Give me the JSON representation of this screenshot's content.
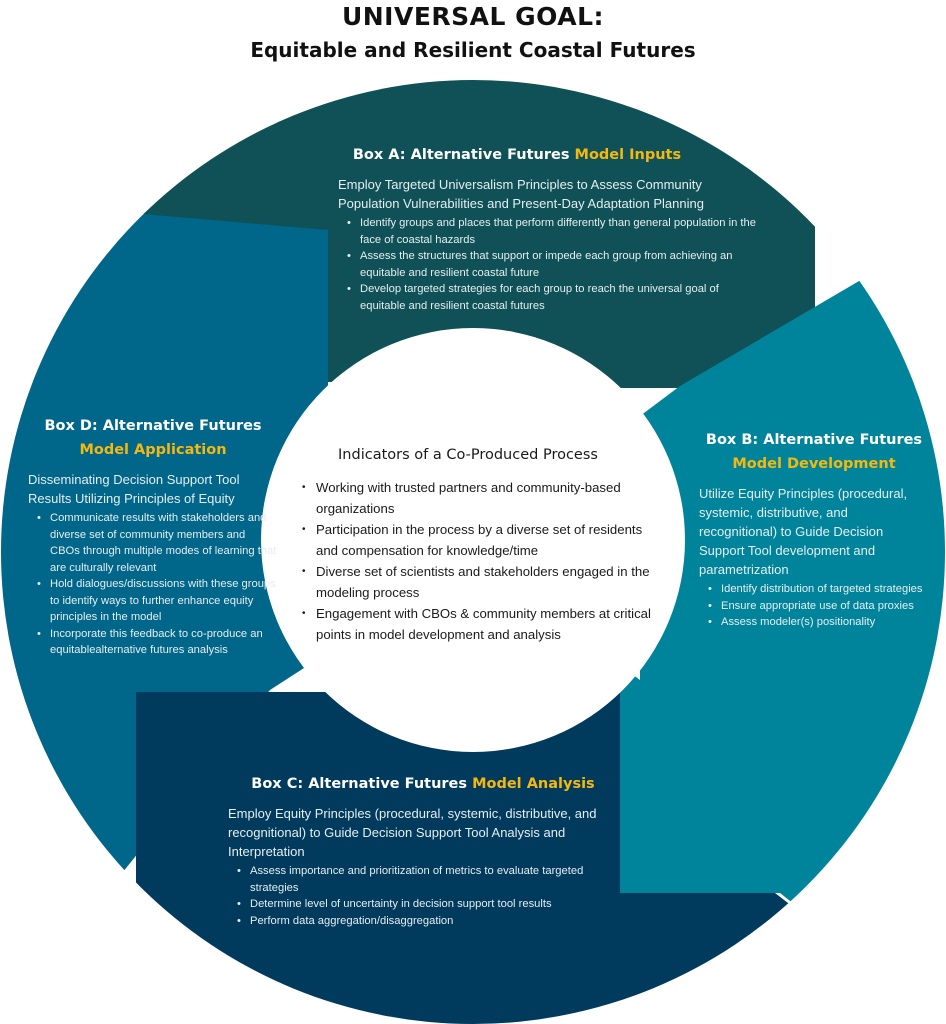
{
  "header": {
    "title": "UNIVERSAL GOAL:",
    "subtitle": "Equitable and Resilient Coastal Futures"
  },
  "colors": {
    "box_a": "#0f5156",
    "box_b": "#00849b",
    "box_c": "#003a5c",
    "box_d": "#00668a",
    "highlight": "#f5b80f"
  },
  "box_a": {
    "title_prefix": "Box A: Alternative Futures ",
    "title_highlight": "Model Inputs",
    "lead": "Employ Targeted Universalism Principles to Assess Community Population Vulnerabilities and Present-Day Adaptation Planning",
    "bullets": [
      "Identify groups and places that perform differently than general population in the face of coastal hazards",
      "Assess the structures that support or impede each group from achieving an equitable and resilient coastal future",
      "Develop targeted strategies for each group to reach the universal goal of equitable and resilient coastal futures"
    ]
  },
  "box_b": {
    "title_prefix": "Box B: Alternative Futures",
    "title_highlight": "Model Development",
    "lead": "Utilize Equity Principles (procedural, systemic, distributive, and recognitional) to Guide Decision Support Tool development and parametrization",
    "bullets": [
      "Identify distribution of targeted strategies",
      "Ensure appropriate use of data proxies",
      "Assess modeler(s) positionality"
    ]
  },
  "box_c": {
    "title_prefix": "Box C: Alternative Futures ",
    "title_highlight": "Model Analysis",
    "lead": "Employ Equity Principles (procedural, systemic, distributive, and recognitional) to Guide Decision Support Tool Analysis and Interpretation",
    "bullets": [
      "Assess importance and prioritization of metrics to evaluate targeted strategies",
      "Determine level of uncertainty in decision support tool results",
      "Perform data aggregation/disaggregation"
    ]
  },
  "box_d": {
    "title_prefix": "Box D: Alternative Futures",
    "title_highlight": "Model Application",
    "lead": "Disseminating Decision Support Tool Results Utilizing Principles of Equity",
    "bullets": [
      "Communicate results with stakeholders and diverse set of community members and CBOs through multiple modes of learning that are culturally relevant",
      "Hold dialogues/discussions with these groups to identify ways to further enhance equity principles in the model",
      "Incorporate this feedback to co-produce an equitablealternative futures analysis"
    ]
  },
  "center": {
    "title": "Indicators of a Co-Produced Process",
    "bullets": [
      "Working with trusted partners and community-based organizations",
      "Participation in the process by a diverse set of residents and compensation for knowledge/time",
      "Diverse set of scientists and stakeholders engaged in the modeling process",
      "Engagement with CBOs & community members at critical points in model development and analysis"
    ]
  }
}
